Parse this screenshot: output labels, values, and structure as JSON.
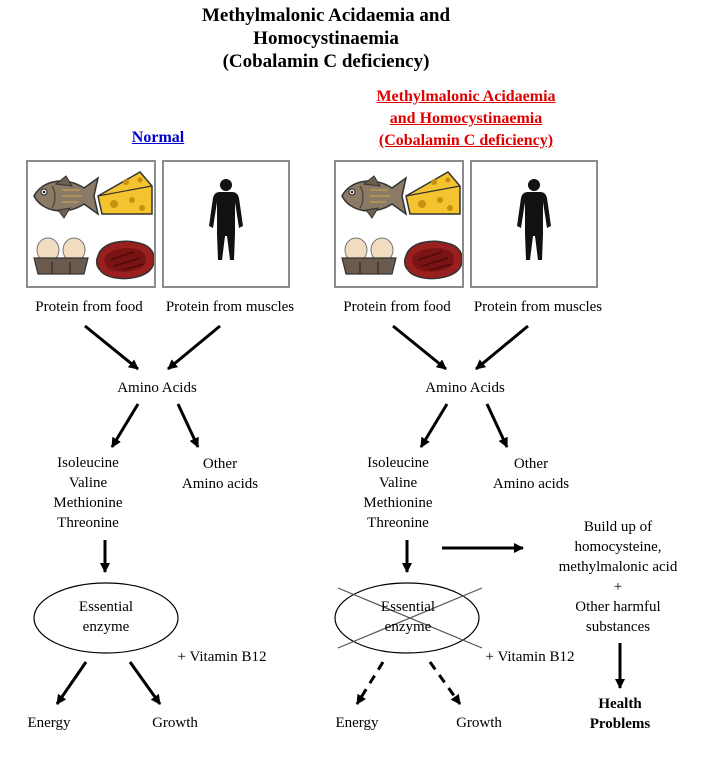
{
  "title": {
    "line1": "Methylmalonic Acidaemia and",
    "line2": "Homocystinaemia",
    "line3": "(Cobalamin C deficiency)"
  },
  "normal": {
    "heading": "Normal",
    "heading_color": "#0000cc",
    "food_label": "Protein from food",
    "muscle_label": "Protein from muscles",
    "amino_acids": "Amino Acids",
    "amino_list": [
      "Isoleucine",
      "Valine",
      "Methionine",
      "Threonine"
    ],
    "other_amino": [
      "Other",
      "Amino acids"
    ],
    "enzyme": [
      "Essential",
      "enzyme"
    ],
    "vitamin": "+ Vitamin B12",
    "energy": "Energy",
    "growth": "Growth"
  },
  "deficient": {
    "heading": [
      "Methylmalonic Acidaemia",
      "and Homocystinaemia",
      "(Cobalamin C deficiency)"
    ],
    "heading_color": "#e00000",
    "food_label": "Protein from food",
    "muscle_label": "Protein from muscles",
    "amino_acids": "Amino Acids",
    "amino_list": [
      "Isoleucine",
      "Valine",
      "Methionine",
      "Threonine"
    ],
    "other_amino": [
      "Other",
      "Amino acids"
    ],
    "enzyme": [
      "Essential",
      "enzyme"
    ],
    "vitamin": "+ Vitamin B12",
    "energy": "Energy",
    "growth": "Growth",
    "buildup": [
      "Build up of",
      "homocysteine,",
      "methylmalonic acid",
      "+",
      "Other harmful",
      "substances"
    ],
    "health": [
      "Health",
      "Problems"
    ]
  },
  "icons": [
    "fish-icon",
    "cheese-icon",
    "eggs-icon",
    "steak-icon",
    "human-silhouette-icon"
  ]
}
